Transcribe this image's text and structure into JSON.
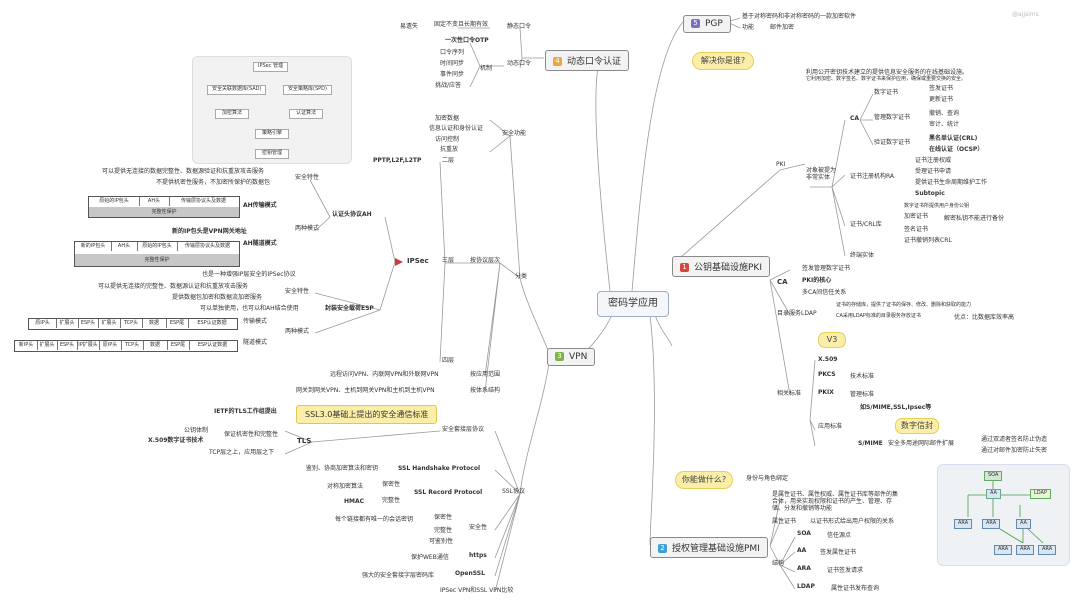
{
  "watermark": "@ajjsims",
  "center": "密码学应用",
  "pgp": {
    "badge": "5",
    "label": "PGP",
    "desc1": "基于对称密码和非对称密码的一款加密软件",
    "func_label": "功能",
    "func_value": "邮件加密"
  },
  "otp": {
    "badge": "4",
    "label": "动态口令认证",
    "static": "静态口令",
    "static_desc": "固定不变且长期有效",
    "static_weak": "易遗失",
    "dynamic": "动态口令",
    "dyn_items": [
      "一次性口令OTP",
      "口令序列",
      "时间同步",
      "事件同步",
      "挑战/应答"
    ],
    "mechanism": "机制"
  },
  "vpn": {
    "badge": "3",
    "label": "VPN",
    "func": "安全功能",
    "func_items": [
      "加密数据",
      "信息认证和身份认证",
      "访问控制",
      "抗重放"
    ],
    "by_proto": "按协议层次",
    "classify": "分类",
    "layer2": "二层",
    "layer2_items": "PPTP,L2F,L2TP",
    "layer3": "三层",
    "ipsec": "IPSec",
    "layer4": "四层",
    "by_scope": "按应用范围",
    "scope_val": "远程访问VPN、内联网VPN和外联网VPN",
    "by_struct": "按体系结构",
    "struct_val": "网关到网关VPN、主机到网关VPN和主机到主机VPN",
    "ah": "认证头协议AH",
    "ah_sec": "安全特性",
    "ah_sec1": "可以提供无连接的数据完整性、数据源验证和抗重放攻击服务",
    "ah_sec2": "不提供机密性服务，不加密所保护的数据包",
    "ah_modes": "两种模式",
    "ah_transport": "AH传输模式",
    "ah_tunnel": "AH隧道模式",
    "new_ip": "新的IP包头是VPN网关地址",
    "esp": "封装安全载荷ESP",
    "esp_desc": "也是一种增强IP层安全的IPSec协议",
    "esp_sec": "安全特性",
    "esp_sec1": "可以提供无连接的完整性、数据源认证和抗重放攻击服务",
    "esp_sec2": "提供数据包加密和数据流加密服务",
    "esp_alone": "可以单独使用，也可以和AH结合使用",
    "esp_modes": "两种模式",
    "esp_transport": "传输模式",
    "esp_tunnel": "隧道模式",
    "ssl": "SSL协议",
    "ssl_note": "SSL3.0基础上提出的安全通信标准",
    "tls": "TLS",
    "tls_org": "IETF的TLS工作组提出",
    "tls_pub": "公钥体制",
    "tls_x509": "X.509数字证书技术",
    "tls_auth": "保证机密性和完整性",
    "tls_tcp": "TCP层之上，应用层之下",
    "sec_proto": "安全套接层协议",
    "handshake": "SSL Handshake Protocol",
    "handshake_desc": "鉴别、协商加密算法和密钥",
    "record": "SSL Record Protocol",
    "rec_conf": "保密性",
    "rec_conf_desc": "对称加密算法",
    "rec_int": "完整性",
    "rec_hmac": "HMAC",
    "security": "安全性",
    "sec_items": [
      "保密性",
      "完整性",
      "可鉴别性"
    ],
    "sec_desc": "每个链接都有唯一的会话密钥",
    "https": "https",
    "https_desc": "保护WEB通信",
    "openssl": "OpenSSL",
    "openssl_desc": "强大的安全套接字层密码库",
    "compare": "IPSec VPN和SSL VPN比较"
  },
  "ah_tbl1": [
    "原始的IP包头",
    "AH头",
    "传输层协议头及数据"
  ],
  "ah_tbl1_foot": "完整性保护",
  "ah_tbl2": [
    "新的IP包头",
    "AH头",
    "原始的IP包头",
    "传输层协议头及数据"
  ],
  "ah_tbl2_foot": "完整性保护",
  "esp_tbl1": [
    "原IP头",
    "扩展头",
    "ESP头",
    "扩展头",
    "TCP头",
    "数据",
    "ESP尾",
    "ESP认证数据"
  ],
  "esp_tbl2": [
    "新IP头",
    "扩展头",
    "ESP头",
    "IP扩展头",
    "原IP头",
    "TCP头",
    "数据",
    "ESP尾",
    "ESP认证数据"
  ],
  "pki": {
    "badge": "1",
    "label": "公钥基础设施PKI",
    "question": "解决你是谁?",
    "pki": "PKI",
    "definition1": "利用公开密钥技术建立的提供信息安全服务的在线基础设施。",
    "definition2": "它利用加密、数字签名、数字证书来保护应用，确保或重要交换的安全。",
    "objects": "对象被提为\n非常实体",
    "digital_cert": "数字证书",
    "ca": "CA",
    "ca_issue": "签发证书",
    "ca_update": "更新证书",
    "cert_mgmt": "管理数字证书",
    "revoke": "撤销、查询",
    "audit": "审计、统计",
    "verify": "验证数字证书",
    "crl": "黑名单认证(CRL)",
    "ocsp": "在线认证（OCSP）",
    "ra": "证书注册机构RA",
    "ra_items": [
      "证书注册权威",
      "受理证书申请",
      "提供证书生命周期维护工作",
      "Subtopic"
    ],
    "crl_lib": "证书/CRL库",
    "crl_desc": "数字证书所提供用户身份公钥",
    "enc_cert": "加密证书",
    "enc_desc": "解密私钥不能进行备份",
    "sig_cert": "签名证书",
    "cert_crl": "证书撤销列表CRL",
    "end_entity": "终端实体",
    "ca2": "CA",
    "ca2_items": [
      "签发管理数字证书",
      "PKI的核心",
      "多CA间信任关系"
    ],
    "ldap": "目录服务LDAP",
    "ldap_desc1": "证书的存储库，提供了证书的保存、修改、删除和获取的能力",
    "ldap_desc2": "CA采用LDAP标准的目录服务存放证书",
    "ldap_adv": "优点：比数据库效率高",
    "std": "相关标准",
    "v3": "V3",
    "x509": "X.509",
    "pkcs": "PKCS",
    "pkcs_desc": "技术标准",
    "pkix": "PKIX",
    "pkix_desc": "管理标准",
    "app_std": "应用标准",
    "app_items": "如S/MIME,SSL,Ipsec等",
    "sig_note": "数字信封",
    "smime": "S/MIME",
    "smime_desc": "安全多用途网际邮件扩展",
    "smime_1": "通过双滤者签名防止伪造",
    "smime_2": "通过对邮件加密防止失密"
  },
  "pmi": {
    "badge": "2",
    "label": "授权管理基础设施PMI",
    "question": "你能做什么?",
    "q_desc": "身份与角色绑定",
    "attr_desc1": "是属性证书、属性权威、属性证书库等部件的集",
    "attr_desc2": "合体，用来实现权限和证书的产生、管理、存",
    "attr_desc3": "储、分发和撤销等功能",
    "attr_cert": "属性证书",
    "attr_cert_desc": "以证书形式给出用户权限的关系",
    "struct": "结构",
    "soa": "SOA",
    "soa_desc": "信任源点",
    "aa": "AA",
    "aa_desc": "签发属性证书",
    "ara": "ARA",
    "ara_desc": "证书签发请求",
    "ldap": "LDAP",
    "ldap_desc": "属性证书发布查询"
  },
  "fig_ipsec": {
    "title": "IPSec 管理",
    "b1": "安全关联数据库(SAD)",
    "b2": "安全策略库(SPD)",
    "b3": "加密算法",
    "b4": "认证算法",
    "b5": "策略引擎",
    "b6": "密钥管理"
  },
  "fig_pmi": {
    "soa": "SOA",
    "aa": "AA",
    "ldap": "LDAP",
    "ara": "ARA"
  },
  "colors": {
    "pgp": "#7b6fbf",
    "otp": "#e9a73d",
    "vpn": "#7fb24b",
    "pki": "#d24a3a",
    "pmi": "#3fa0d6",
    "line": "#999999"
  }
}
